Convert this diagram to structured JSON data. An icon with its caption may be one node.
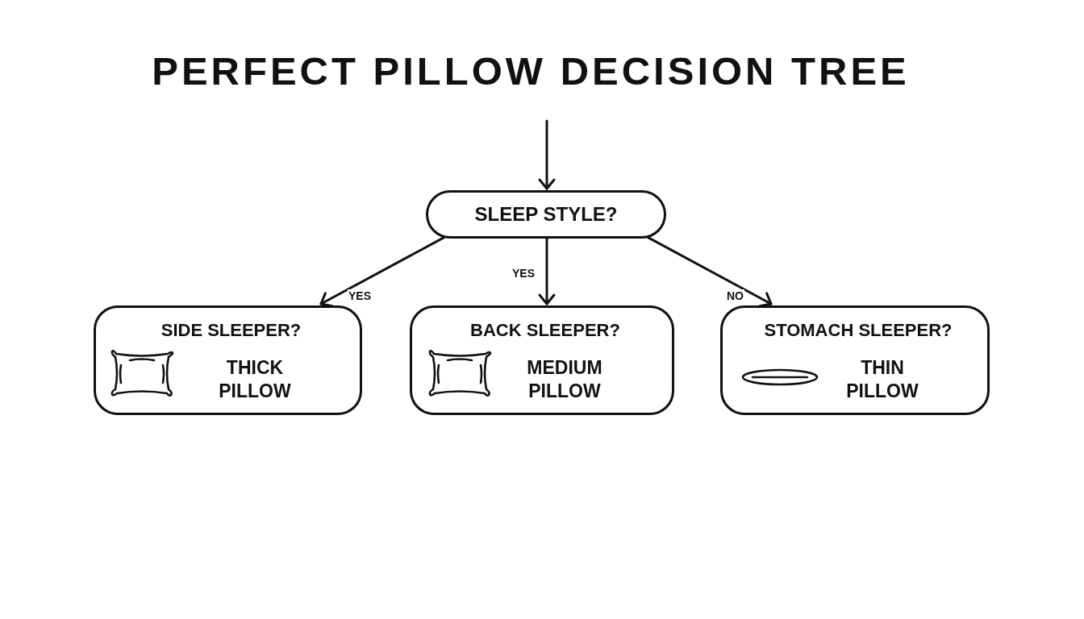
{
  "diagram": {
    "title": "PERFECT PILLOW DECISION TREE",
    "nodes": [
      {
        "text": [
          "SLEEP STYLE?"
        ]
      },
      {
        "text": [
          "SIDE SLEEPER?",
          "THICK PILLOW"
        ]
      },
      {
        "text": [
          "BACK SLEEPER?",
          "MEDIUM PILLOW"
        ]
      },
      {
        "text": [
          "STOMACH SLEEPER?",
          "THIN PILLOW"
        ]
      }
    ],
    "edges": [
      {
        "from": null,
        "to": 0,
        "arrow": "to"
      },
      {
        "from": 0,
        "to": 1,
        "arrow": "to",
        "label": "YES"
      },
      {
        "from": 0,
        "to": 2,
        "arrow": "to",
        "label": "YES"
      },
      {
        "from": 0,
        "to": 3,
        "arrow": "to",
        "label": "NO"
      }
    ]
  }
}
